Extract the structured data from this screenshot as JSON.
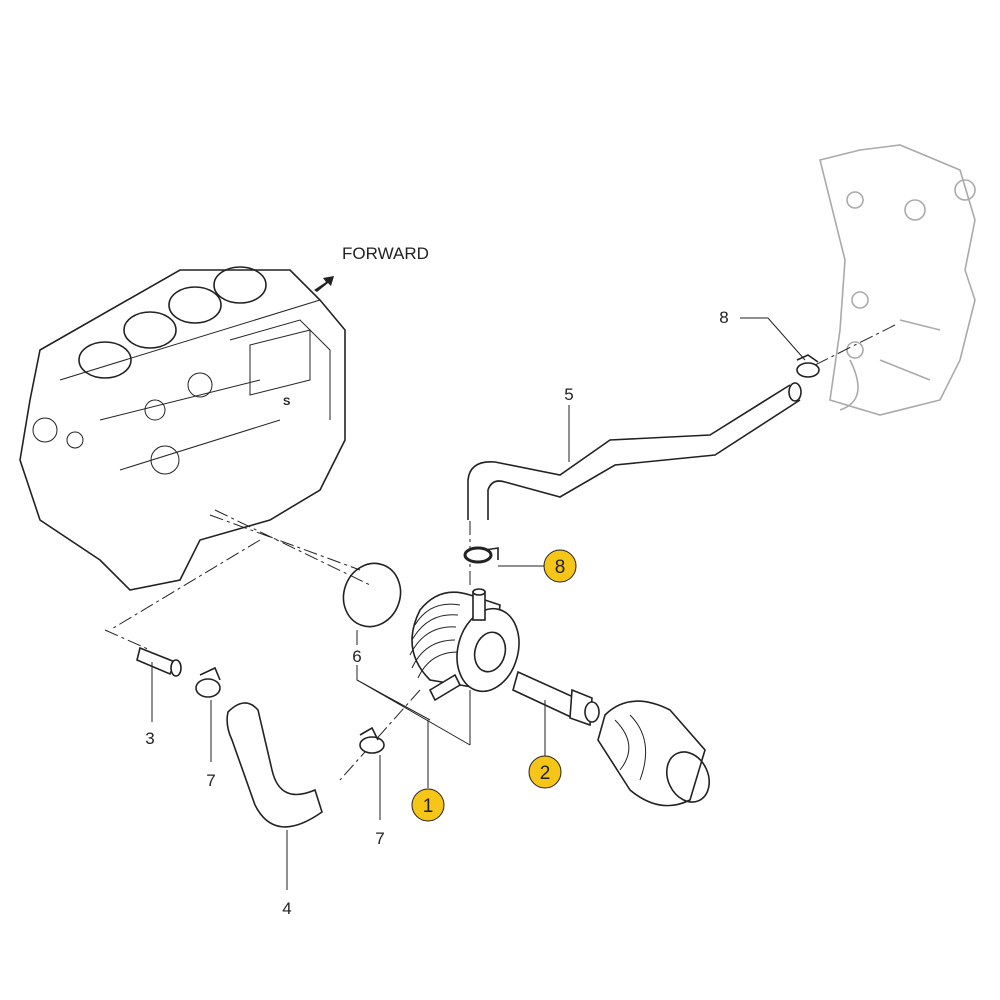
{
  "diagram": {
    "direction_label": "FORWARD",
    "callout_color": "#f5c518",
    "labels": {
      "clamp_top": "8",
      "hose_upper": "5",
      "clamp_highlight": "8",
      "gasket": "6",
      "fitting": "3",
      "clamp_left": "7",
      "clamp_mid": "7",
      "hose_lower": "4",
      "oil_cooler": "1",
      "connector": "2"
    }
  }
}
